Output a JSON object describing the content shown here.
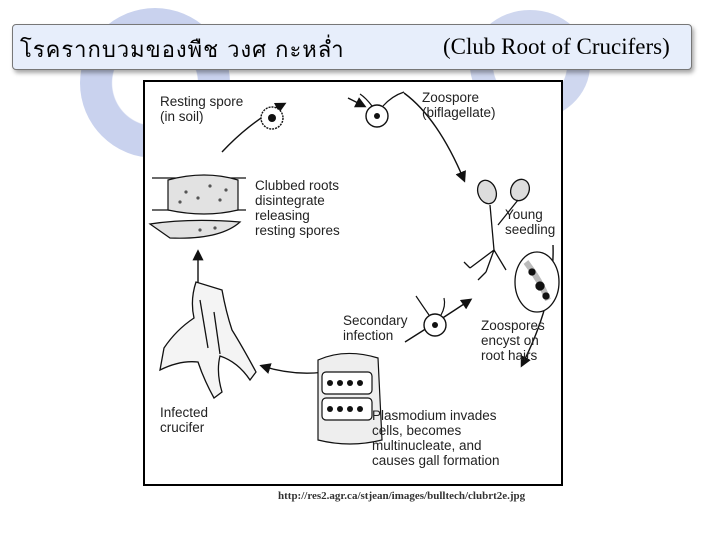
{
  "slide": {
    "title_thai": "โรครากบวมของพืช วงศ กะหล่ำ",
    "title_english": "(Club Root of Crucifers)"
  },
  "diagram": {
    "stages": {
      "resting_spore": "Resting spore\n(in soil)",
      "zoospore": "Zoospore\n(biflagellate)",
      "young_seedling": "Young\nseedling",
      "zoospores_encyst": "Zoospores\nencyst on\nroot hairs",
      "plasmodium": "Plasmodium invades\ncells, becomes\nmultinucleate, and\ncauses gall formation",
      "secondary_infection": "Secondary\ninfection",
      "infected_crucifer": "Infected\ncrucifer",
      "clubbed_roots": "Clubbed roots\ndisintegrate\nreleasing\nresting spores"
    }
  },
  "source_credit": "http://res2.agr.ca/stjean/images/bulltech/clubrt2e.jpg"
}
